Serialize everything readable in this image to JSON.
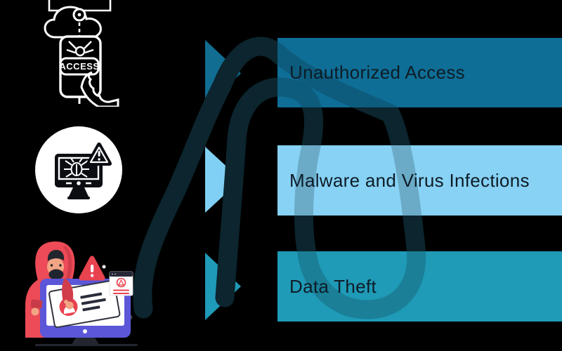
{
  "canvas": {
    "background": "#000000"
  },
  "decor": {
    "paperclip_color": "#0d2730",
    "paperclip_overlay_color": "rgba(7,30,42,0.22)"
  },
  "rows": [
    {
      "label": "Unauthorized Access",
      "banner_color": "#0f6e96",
      "arrow_color": "#116d92",
      "text_color": "#0e1c26",
      "icon": "cloud-phone-access-hack-icon"
    },
    {
      "label": "Malware and Virus Infections",
      "banner_color": "#87d2f5",
      "arrow_color": "#80d0f5",
      "text_color": "#0e1c26",
      "icon": "monitor-bug-warning-icon"
    },
    {
      "label": "Data Theft",
      "banner_color": "#1f9ab7",
      "arrow_color": "#1f9ab8",
      "text_color": "#0e1c26",
      "icon": "hacker-stealing-id-icon"
    }
  ],
  "icons": {
    "access_label": "ACCESS"
  },
  "palette": {
    "line_art_white": "#ffffff",
    "illustration_red": "#e8434f",
    "hood_red": "#ec4b57",
    "hood_shade_red": "#d23d4b",
    "skin": "#f2a585",
    "monitor_purple": "#5b57d8",
    "dark_navy": "#23252f",
    "ink_black": "#0b0d12"
  }
}
